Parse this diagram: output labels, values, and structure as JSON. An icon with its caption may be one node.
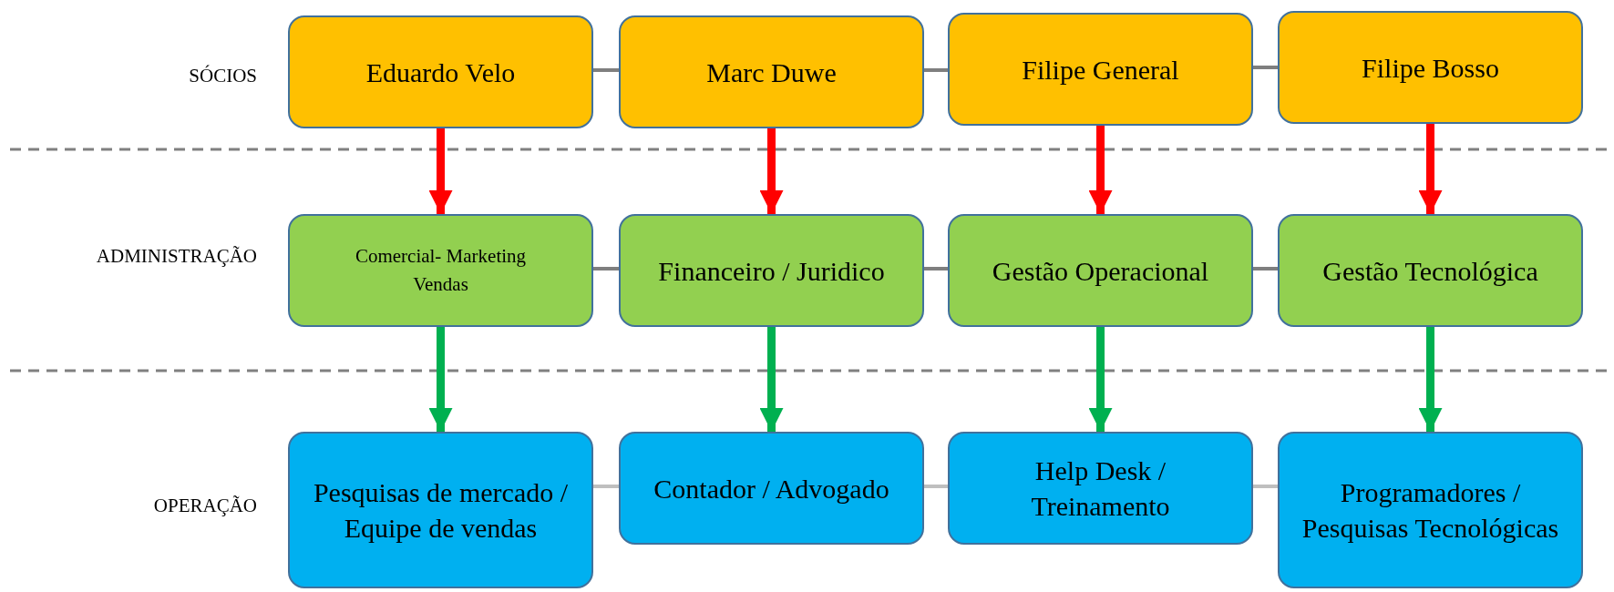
{
  "diagram": {
    "nodes": [
      {
        "text": [
          "Eduardo Velo"
        ]
      },
      {
        "text": [
          "Marc Duwe"
        ]
      },
      {
        "text": [
          "Filipe General"
        ]
      },
      {
        "text": [
          "Filipe Bosso"
        ]
      },
      {
        "text": [
          "Comercial- Marketing Vendas"
        ]
      },
      {
        "text": [
          "Financeiro / Juridico"
        ]
      },
      {
        "text": [
          "Gestão Operacional"
        ]
      },
      {
        "text": [
          "Gestão Tecnológica"
        ]
      },
      {
        "text": [
          "Pesquisas de mercado / Equipe de vendas"
        ]
      },
      {
        "text": [
          "Contador / Advogado"
        ]
      },
      {
        "text": [
          "Help Desk / Treinamento"
        ]
      },
      {
        "text": [
          "Programadores / Pesquisas Tecnológicas"
        ]
      }
    ],
    "edges": [
      {
        "from": 0,
        "to": 1,
        "arrow": "none"
      },
      {
        "from": 1,
        "to": 2,
        "arrow": "none"
      },
      {
        "from": 2,
        "to": 3,
        "arrow": "none"
      },
      {
        "from": 4,
        "to": 5,
        "arrow": "none"
      },
      {
        "from": 5,
        "to": 6,
        "arrow": "none"
      },
      {
        "from": 6,
        "to": 7,
        "arrow": "none"
      },
      {
        "from": 8,
        "to": 9,
        "arrow": "none",
        "color": "#bfbfbf"
      },
      {
        "from": 9,
        "to": 10,
        "arrow": "none",
        "color": "#bfbfbf"
      },
      {
        "from": 10,
        "to": 11,
        "arrow": "none",
        "color": "#bfbfbf"
      },
      {
        "from": 0,
        "to": 4,
        "arrow": "to",
        "style": "thick",
        "color": "#ff0000"
      },
      {
        "from": 1,
        "to": 5,
        "arrow": "to",
        "style": "thick",
        "color": "#ff0000"
      },
      {
        "from": 2,
        "to": 6,
        "arrow": "to",
        "style": "thick",
        "color": "#ff0000"
      },
      {
        "from": 3,
        "to": 7,
        "arrow": "to",
        "style": "thick",
        "color": "#ff0000"
      },
      {
        "from": 4,
        "to": 8,
        "arrow": "to",
        "style": "thick",
        "color": "#00b050"
      },
      {
        "from": 5,
        "to": 9,
        "arrow": "to",
        "style": "thick",
        "color": "#00b050"
      },
      {
        "from": 6,
        "to": 10,
        "arrow": "to",
        "style": "thick",
        "color": "#00b050"
      },
      {
        "from": 7,
        "to": 11,
        "arrow": "to",
        "style": "thick",
        "color": "#00b050"
      }
    ],
    "labels": [
      "SÓCIOS",
      "ADMINISTRAÇÃO",
      "OPERAÇÃO"
    ]
  }
}
